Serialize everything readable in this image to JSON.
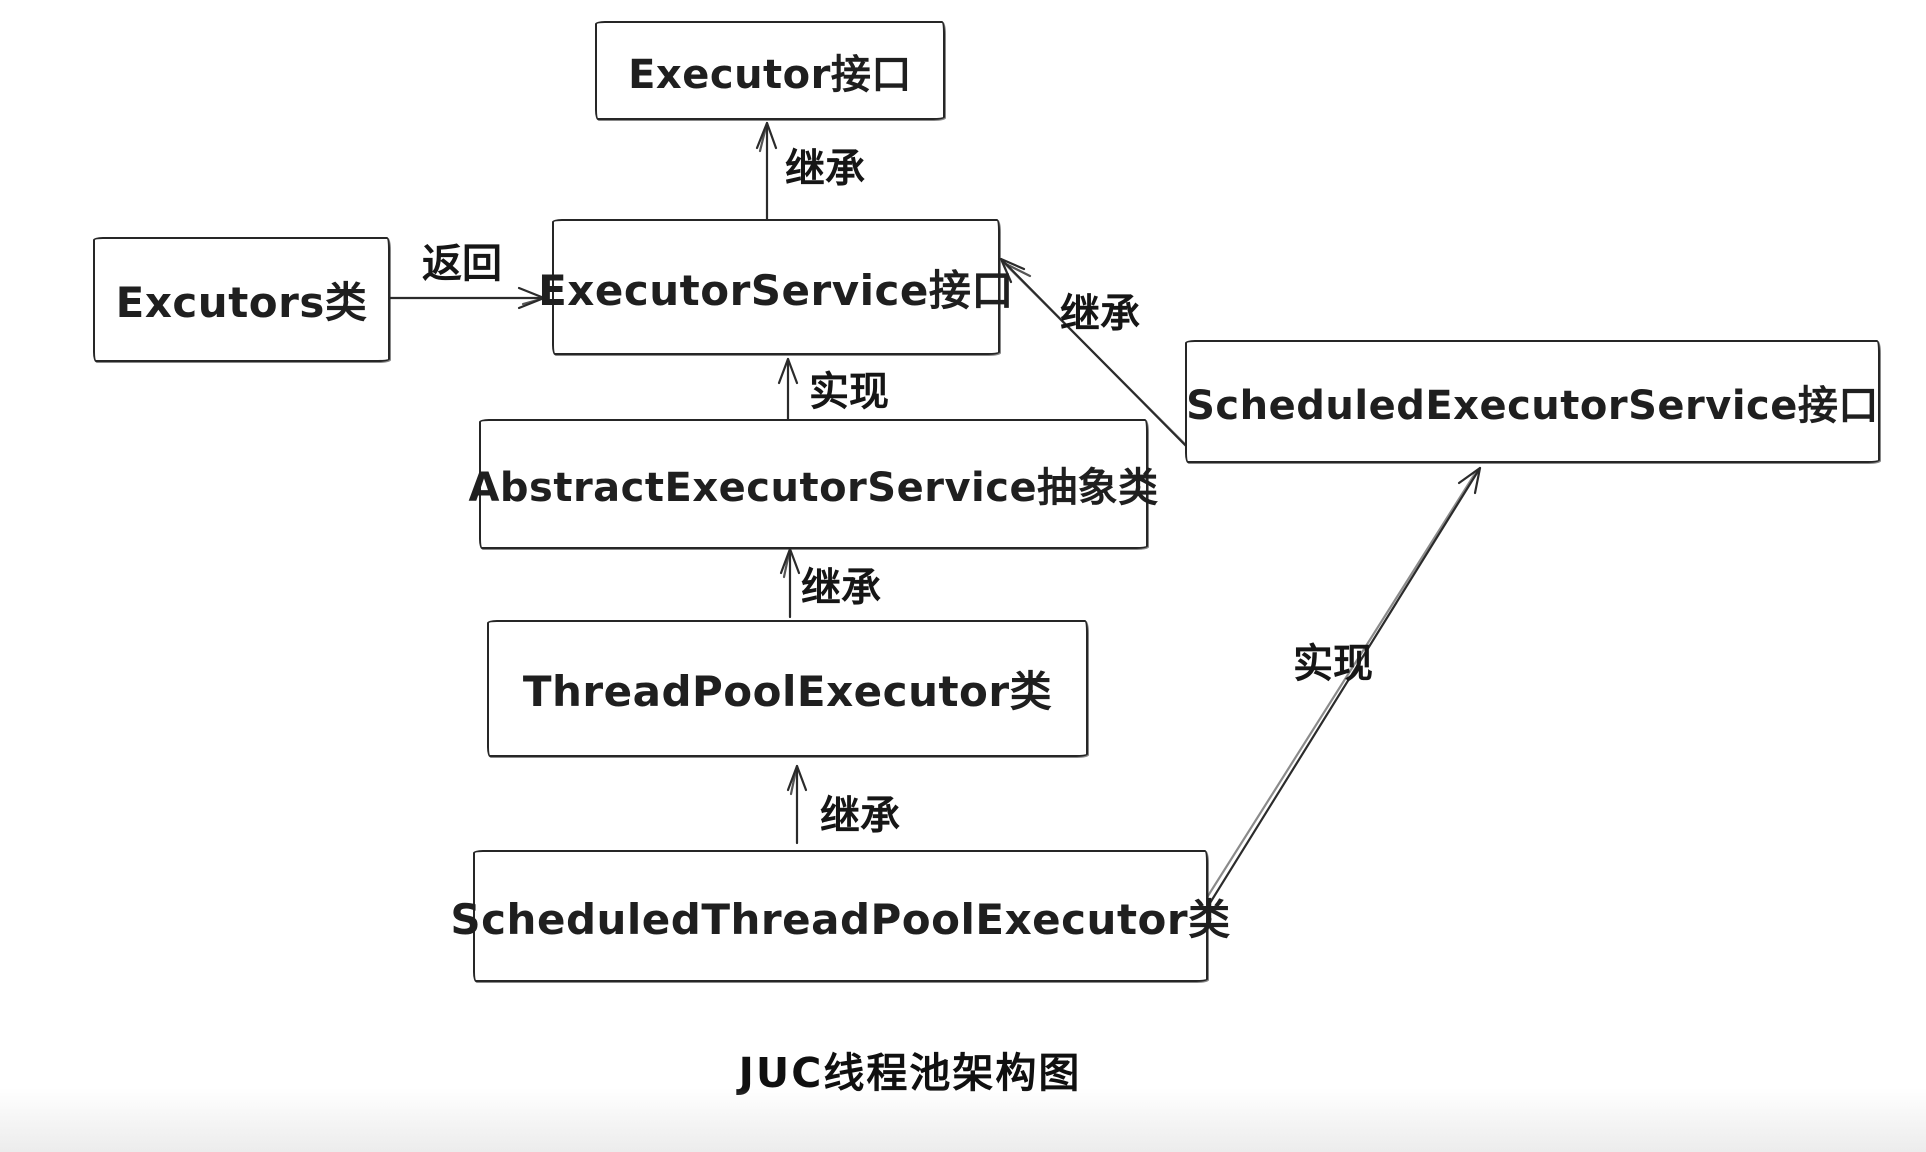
{
  "page": {
    "background": "#ffffff",
    "ink": "#1f1f1f"
  },
  "diagram": {
    "title": "JUC线程池架构图",
    "nodes": [
      {
        "id": "executor-interface",
        "label": "Executor接口"
      },
      {
        "id": "excutors-class",
        "label": "Excutors类"
      },
      {
        "id": "executor-service-interface",
        "label": "ExecutorService接口"
      },
      {
        "id": "scheduled-executor-service-interface",
        "label": "ScheduledExecutorService接口"
      },
      {
        "id": "abstract-executor-service-class",
        "label": "AbstractExecutorService抽象类"
      },
      {
        "id": "thread-pool-executor-class",
        "label": "ThreadPoolExecutor类"
      },
      {
        "id": "scheduled-thread-pool-executor-class",
        "label": "ScheduledThreadPoolExecutor类"
      }
    ],
    "edges": [
      {
        "from": "executor-service-interface",
        "to": "executor-interface",
        "label": "继承"
      },
      {
        "from": "excutors-class",
        "to": "executor-service-interface",
        "label": "返回"
      },
      {
        "from": "scheduled-executor-service-interface",
        "to": "executor-service-interface",
        "label": "继承"
      },
      {
        "from": "abstract-executor-service-class",
        "to": "executor-service-interface",
        "label": "实现"
      },
      {
        "from": "thread-pool-executor-class",
        "to": "abstract-executor-service-class",
        "label": "继承"
      },
      {
        "from": "scheduled-thread-pool-executor-class",
        "to": "thread-pool-executor-class",
        "label": "继承"
      },
      {
        "from": "scheduled-thread-pool-executor-class",
        "to": "scheduled-executor-service-interface",
        "label": "实现"
      }
    ]
  }
}
